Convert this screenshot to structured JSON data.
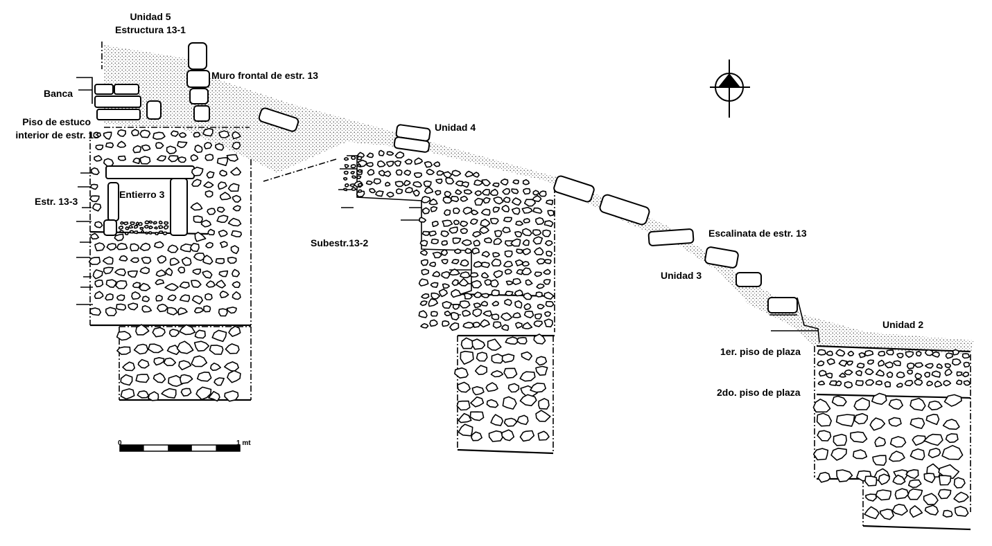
{
  "labels": {
    "unidad5": "Unidad 5",
    "estructura": "Estructura 13-1",
    "muro": "Muro frontal de estr. 13",
    "banca": "Banca",
    "piso1": "Piso de estuco",
    "piso2": "interior de estr. 13",
    "unidad4": "Unidad 4",
    "entierro": "Entierro 3",
    "estr133": "Estr. 13-3",
    "subestr": "Subestr.13-2",
    "escalinata": "Escalinata de estr. 13",
    "unidad3": "Unidad 3",
    "unidad2": "Unidad 2",
    "plaza1": "1er. piso de plaza",
    "plaza2": "2do. piso de plaza"
  },
  "scale": {
    "zero": "0",
    "end": "1 mt"
  },
  "colors": {
    "ink": "#000000",
    "paper": "#ffffff"
  }
}
